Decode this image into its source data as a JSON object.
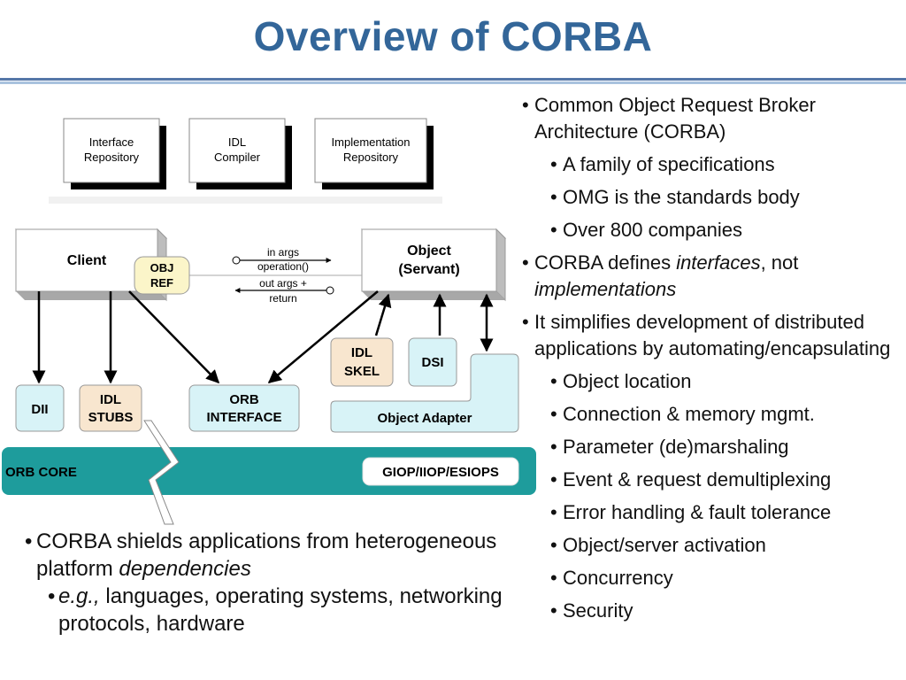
{
  "title": "Overview of CORBA",
  "diagram": {
    "interface_repository": [
      "Interface",
      "Repository"
    ],
    "idl_compiler": [
      "IDL",
      "Compiler"
    ],
    "implementation_repository": [
      "Implementation",
      "Repository"
    ],
    "client": "Client",
    "object_servant": [
      "Object",
      "(Servant)"
    ],
    "obj_ref": [
      "OBJ",
      "REF"
    ],
    "in_args": [
      "in args",
      "operation()"
    ],
    "out_args": [
      "out args +",
      "return"
    ],
    "dii": "DII",
    "idl_stubs": [
      "IDL",
      "STUBS"
    ],
    "orb_interface": [
      "ORB",
      "INTERFACE"
    ],
    "idl_skel": [
      "IDL",
      "SKEL"
    ],
    "dsi": "DSI",
    "object_adapter": "Object Adapter",
    "orb_core": "ORB CORE",
    "protocols": "GIOP/IIOP/ESIOPS"
  },
  "right_bullets": [
    {
      "level": 1,
      "text": "Common Object Request Broker Architecture (CORBA)"
    },
    {
      "level": 2,
      "text": "A family of specifications"
    },
    {
      "level": 2,
      "text": "OMG is the standards body"
    },
    {
      "level": 2,
      "text": "Over 800 companies"
    },
    {
      "level": 1,
      "text": "CORBA defines ",
      "em1": "interfaces",
      "mid": ", not ",
      "em2": "implementations"
    },
    {
      "level": 1,
      "text": "It simplifies development of distributed applications by automating/encapsulating"
    },
    {
      "level": 2,
      "text": "Object location"
    },
    {
      "level": 2,
      "text": "Connection & memory mgmt."
    },
    {
      "level": 2,
      "text": "Parameter (de)marshaling"
    },
    {
      "level": 2,
      "text": "Event & request demultiplexing"
    },
    {
      "level": 2,
      "text": "Error handling & fault tolerance"
    },
    {
      "level": 2,
      "text": "Object/server activation"
    },
    {
      "level": 2,
      "text": "Concurrency"
    },
    {
      "level": 2,
      "text": "Security"
    }
  ],
  "bottom_bullets": {
    "b1_text": "CORBA shields applications from heterogeneous platform ",
    "b1_em": "dependencies",
    "b2_em": "e.g.,",
    "b2_text": " languages, operating systems, networking protocols, hardware"
  },
  "colors": {
    "title": "#336699",
    "orb_core": "#1e9c9c",
    "cyan_box": "#d8f3f7",
    "tan_box": "#f8e6cf",
    "yellow_box": "#fbf5c9"
  }
}
